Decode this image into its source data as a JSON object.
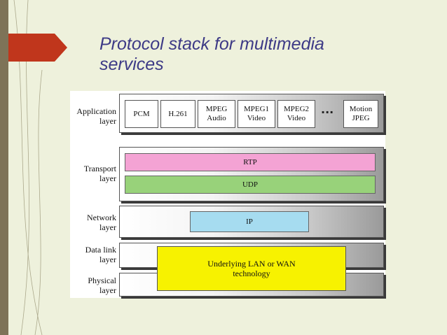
{
  "slide": {
    "title": "Protocol stack for multimedia\nservices"
  },
  "colors": {
    "background": "#eef1dc",
    "title_text": "#3d3a86",
    "arrow": "#c0361c",
    "left_bar": "#7e7358",
    "rtp_bar": "#f4a3d4",
    "udp_bar": "#98d27a",
    "ip_box": "#a6dcf0",
    "lan_box": "#f7f200"
  },
  "diagram": {
    "layers": {
      "application": "Application\nlayer",
      "transport": "Transport\nlayer",
      "network": "Network\nlayer",
      "data_link": "Data link\nlayer",
      "physical": "Physical\nlayer"
    },
    "application_protocols": [
      "PCM",
      "H.261",
      "MPEG\nAudio",
      "MPEG1\nVideo",
      "MPEG2\nVideo",
      "Motion\nJPEG"
    ],
    "ellipsis": "...",
    "transport_protocols": {
      "rtp": "RTP",
      "udp": "UDP"
    },
    "network_protocol": "IP",
    "underlying": "Underlying LAN or WAN\ntechnology"
  }
}
